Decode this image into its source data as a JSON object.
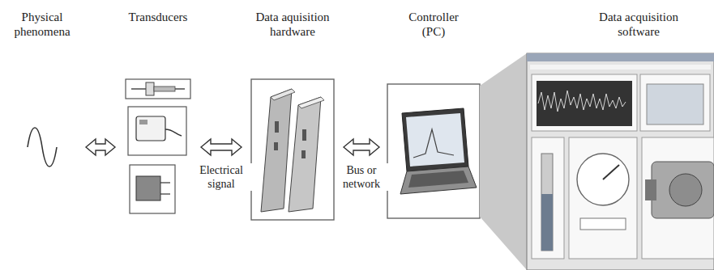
{
  "diagram": {
    "nodes": [
      {
        "text": [
          "Physical phenomena"
        ]
      },
      {
        "text": [
          "Transducers"
        ]
      },
      {
        "text": [
          "Data aquisition hardware"
        ]
      },
      {
        "text": [
          "Controller (PC)"
        ]
      },
      {
        "text": [
          "Data acquisition software"
        ]
      }
    ],
    "edges": [
      {
        "from": 0,
        "to": 1,
        "arrow": "both"
      },
      {
        "from": 1,
        "to": 2,
        "label": "Electrical signal",
        "arrow": "both"
      },
      {
        "from": 2,
        "to": 3,
        "label": "Bus or network",
        "arrow": "both"
      }
    ]
  }
}
